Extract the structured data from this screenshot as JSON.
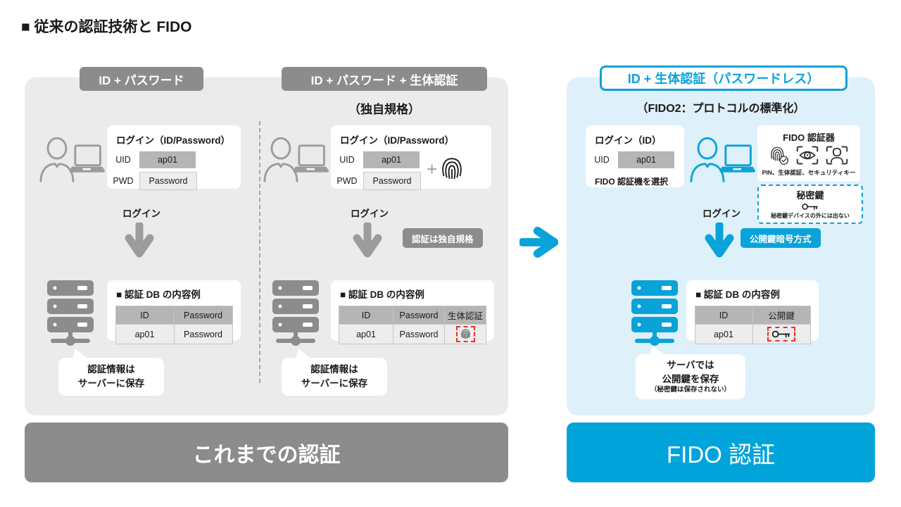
{
  "title": "■ 従来の認証技術と FIDO",
  "colors": {
    "accent_blue": "#0aa3d9",
    "gray": "#8c8c8c",
    "panel_gray": "#ebebeb",
    "panel_blue": "#def0fa",
    "alert_red": "#e6332a"
  },
  "legacy": {
    "banner": "これまでの認証",
    "col1": {
      "chip": "ID + パスワード",
      "login": {
        "title": "ログイン（ID/Password）",
        "uid_label": "UID",
        "uid_value": "ap01",
        "pwd_label": "PWD",
        "pwd_value": "Password"
      },
      "login_label": "ログイン",
      "db": {
        "title": "■ 認証 DB の内容例",
        "col1": "ID",
        "col2": "Password",
        "val1": "ap01",
        "val2": "Password"
      },
      "callout1": "認証情報は",
      "callout2": "サーバーに保存"
    },
    "col2": {
      "chip": "ID + パスワード + 生体認証",
      "subtitle": "（独自規格）",
      "login": {
        "title": "ログイン（ID/Password）",
        "uid_label": "UID",
        "uid_value": "ap01",
        "pwd_label": "PWD",
        "pwd_value": "Password",
        "plus": "+"
      },
      "login_label": "ログイン",
      "badge": "認証は独自規格",
      "db": {
        "title": "■ 認証 DB の内容例",
        "col1": "ID",
        "col2": "Password",
        "col3": "生体認証",
        "val1": "ap01",
        "val2": "Password"
      },
      "callout1": "認証情報は",
      "callout2": "サーバーに保存"
    }
  },
  "fido": {
    "chip": "ID + 生体認証（パスワードレス）",
    "subtitle": "（FIDO2：プロトコルの標準化）",
    "login": {
      "title": "ログイン（ID）",
      "uid_label": "UID",
      "uid_value": "ap01",
      "selector": "FIDO 認証機を選択"
    },
    "authenticator": {
      "title": "FIDO 認証器",
      "caption": "PIN、生体認証、セキュリティキー"
    },
    "private_key": {
      "title": "秘密鍵",
      "caption": "秘密鍵デバイスの外には出ない"
    },
    "login_label": "ログイン",
    "badge": "公開鍵暗号方式",
    "db": {
      "title": "■ 認証 DB の内容例",
      "col1": "ID",
      "col2": "公開鍵",
      "val1": "ap01"
    },
    "callout1": "サーバでは",
    "callout2": "公開鍵を保存",
    "callout3": "（秘密鍵は保存されない）",
    "banner": "FIDO 認証"
  }
}
